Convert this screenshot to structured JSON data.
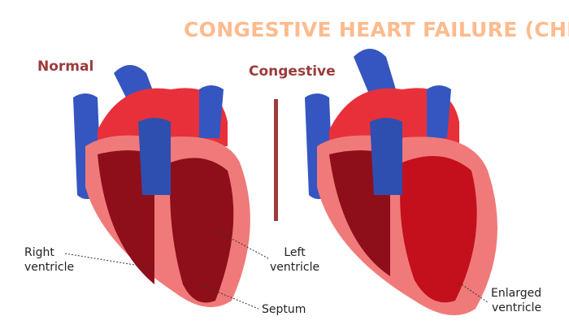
{
  "title": "CONGESTIVE HEART FAILURE (CHF)",
  "panels": {
    "normal": "Normal",
    "congestive": "Congestive"
  },
  "labels": {
    "right_ventricle": [
      "Right",
      "ventricle"
    ],
    "left_ventricle": [
      "Left",
      "ventricle"
    ],
    "septum": "Septum",
    "enlarged_ventricle": [
      "Enlarged",
      "ventricle"
    ]
  },
  "colors": {
    "title": "#fdbb8e",
    "label": "#9b3b3b",
    "artery": "#e8303a",
    "vein": "#2f4fb0",
    "muscle": "#f07a7a",
    "chamber": "#8e0f1a"
  }
}
